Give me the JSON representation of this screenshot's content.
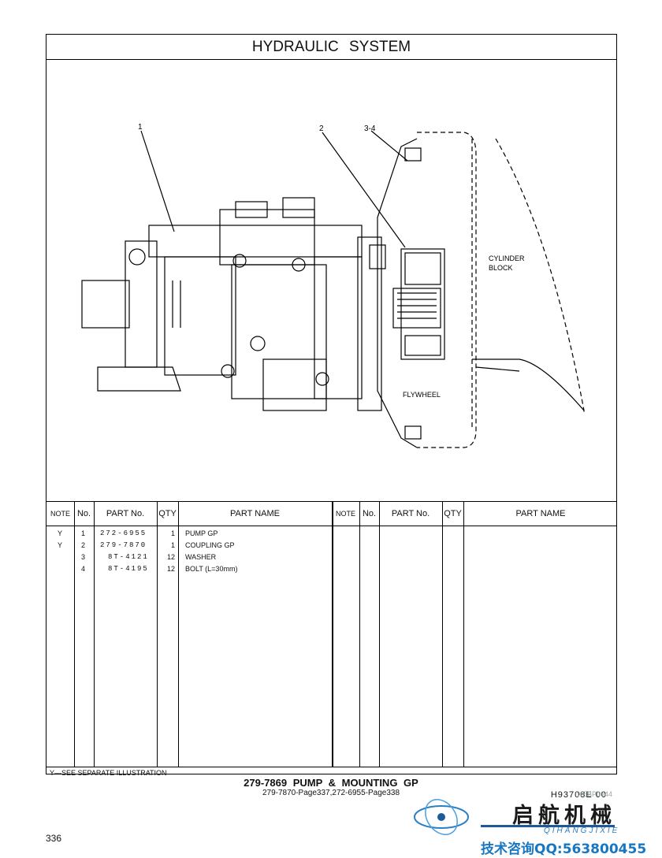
{
  "title": "HYDRAULIC SYSTEM",
  "callouts": {
    "c1": "1",
    "c2": "2",
    "c34": "3-4"
  },
  "labels": {
    "cylinder": "CYLINDER",
    "block": "BLOCK",
    "flywheel": "FLYWHEEL"
  },
  "table": {
    "headers": {
      "note": "NOTE",
      "no": "No.",
      "part_no": "PART No.",
      "qty": "QTY",
      "part_name": "PART NAME"
    },
    "rows": [
      {
        "note": "Y",
        "no": "1",
        "part_no": "272-6955",
        "qty": "1",
        "name": "PUMP GP"
      },
      {
        "note": "Y",
        "no": "2",
        "part_no": "279-7870",
        "qty": "1",
        "name": "COUPLING GP"
      },
      {
        "note": "",
        "no": "3",
        "part_no": "8T-4121",
        "qty": "12",
        "name": "WASHER"
      },
      {
        "note": "",
        "no": "4",
        "part_no": "8T-4195",
        "qty": "12",
        "name": "BOLT (L=30mm)"
      }
    ],
    "footnote": "Y—SEE SEPARATE ILLUSTRATION",
    "ref_code": "H93708E 00"
  },
  "subtitle": "279-7869 PUMP & MOUNTING GP",
  "subref": "279-7870-Page337,272-6955-Page338",
  "watermark_code": "XEBP0044",
  "page_number": "336",
  "logo": {
    "cn": "启航机械",
    "en": "QIHANGJIXIE",
    "contact": "技术咨询QQ:563800455"
  }
}
